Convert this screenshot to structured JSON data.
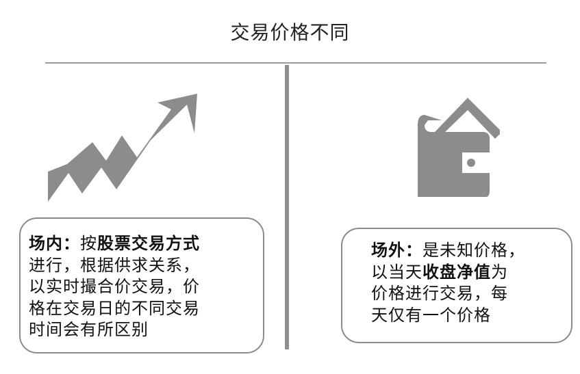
{
  "title": "交易价格不同",
  "left": {
    "icon": "trend-up-arrow-icon",
    "heading": "场内",
    "colon": "：",
    "lines": [
      {
        "pre": "按",
        "bold": "股票交易方式",
        "post": ""
      },
      {
        "pre": "进行，根据供求关系，",
        "bold": "",
        "post": ""
      },
      {
        "pre": "以实时撮合价交易，价",
        "bold": "",
        "post": ""
      },
      {
        "pre": "格在交易日的不同交易",
        "bold": "",
        "post": ""
      },
      {
        "pre": "时间会有所区别",
        "bold": "",
        "post": ""
      }
    ]
  },
  "right": {
    "icon": "wallet-icon",
    "heading": "场外",
    "colon": "：",
    "lines": [
      {
        "pre": "是未知价格，",
        "bold": "",
        "post": ""
      },
      {
        "pre": "以当天",
        "bold": "收盘净值",
        "post": "为"
      },
      {
        "pre": "价格进行交易，每",
        "bold": "",
        "post": ""
      },
      {
        "pre": "天仅有一个价格",
        "bold": "",
        "post": ""
      }
    ]
  },
  "colors": {
    "icon_gray": "#8c8c8c",
    "divider": "#8f8f8f",
    "box_border": "#8a8a8a"
  }
}
